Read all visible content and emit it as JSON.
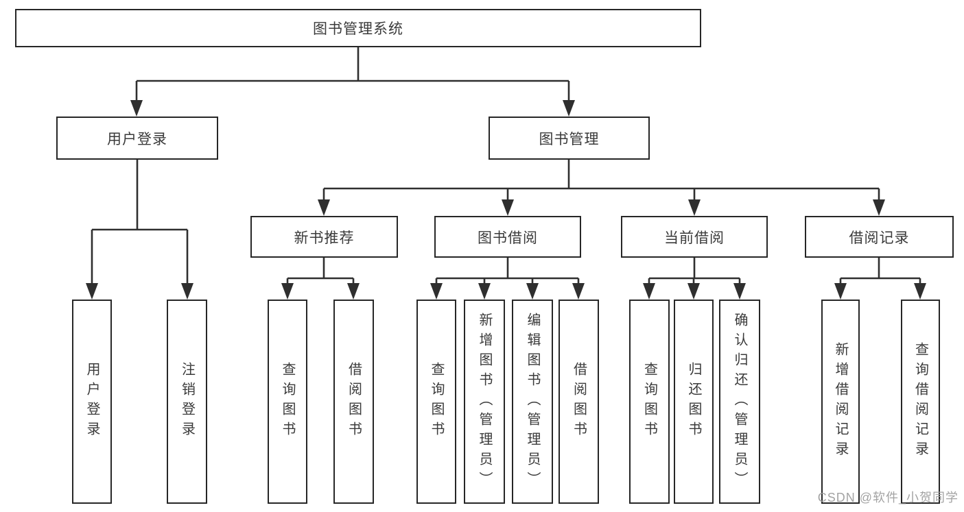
{
  "tree": {
    "root": {
      "label": "图书管理系统"
    },
    "level2": [
      {
        "label": "用户登录"
      },
      {
        "label": "图书管理"
      }
    ],
    "level3": [
      {
        "label": "新书推荐"
      },
      {
        "label": "图书借阅"
      },
      {
        "label": "当前借阅"
      },
      {
        "label": "借阅记录"
      }
    ],
    "leaves": {
      "user_login": [
        "用户登录",
        "注销登录"
      ],
      "new_book": [
        "查询图书",
        "借阅图书"
      ],
      "book_borrow": [
        "查询图书",
        "新增图书（管理员）",
        "编辑图书（管理员）",
        "借阅图书"
      ],
      "current_borrow": [
        "查询图书",
        "归还图书",
        "确认归还（管理员）"
      ],
      "borrow_record": [
        "新增借阅记录",
        "查询借阅记录"
      ]
    }
  },
  "watermark": "CSDN @软件_小贺同学",
  "colors": {
    "line": "#2f2f2f",
    "border": "#262626",
    "text": "#3a3a3a",
    "background": "#ffffff",
    "watermark": "#9e9e9e"
  }
}
